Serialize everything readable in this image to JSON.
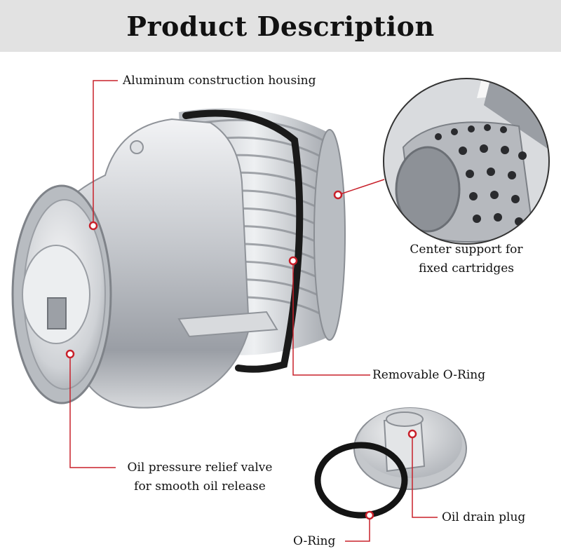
{
  "header": {
    "title": "Product Description"
  },
  "callouts": {
    "housing": "Aluminum construction housing",
    "center_support_line1": "Center support for",
    "center_support_line2": "fixed cartridges",
    "o_ring_removable": "Removable O-Ring",
    "relief_valve_line1": "Oil pressure relief valve",
    "relief_valve_line2": "for smooth oil release",
    "drain_plug": "Oil drain plug",
    "o_ring": "O-Ring"
  },
  "colors": {
    "header_bg": "#e2e2e2",
    "callout_line": "#c8202a",
    "metal": "#c9ccd0"
  }
}
